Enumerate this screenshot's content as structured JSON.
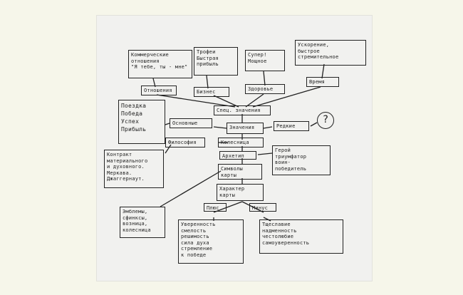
{
  "top": {
    "commercial": "Коммерческие\nотношения\n\"Я тебе, ты - мне\"",
    "trophies": "Трофеи\nБыстрая\nприбыль",
    "super": "Супер!\nМощное",
    "acceleration": "Ускорение,\nбыстрое\nстремительное"
  },
  "categories": {
    "relations": "Отношения",
    "business": "Бизнес",
    "health": "Здоровье",
    "time": "Время"
  },
  "nodes": {
    "special": "Спец. значения",
    "main_meanings": "Основные",
    "meanings": "Значения",
    "rarely": "Редкие",
    "question": "?",
    "main_list": "Поездка\nПобеда\nУспех\nПрибыль",
    "philosophy": "Философия",
    "chariot": "Колесница",
    "philosophy_text": "Контракт\nматериального\nи духовного.\nМеркава.\nДжаггернаут.",
    "archetype": "Архетип",
    "hero": "Герой\nтриумфатор\nвоин-\nпобедитель",
    "symbols": "Символы\nкарты",
    "character": "Характер\nкарты",
    "plus": "Плюс",
    "minus": "Минус",
    "emblems": "Эмблемы,\nсфинксы,\nвозница,\nколесница",
    "positives": "Уверенность\nсмелость\nрешимость\nсила духа\nстремление\nк победе",
    "negatives": "Тщеславие\nнадменность\nчестолюбие\nсамоуверенность"
  }
}
